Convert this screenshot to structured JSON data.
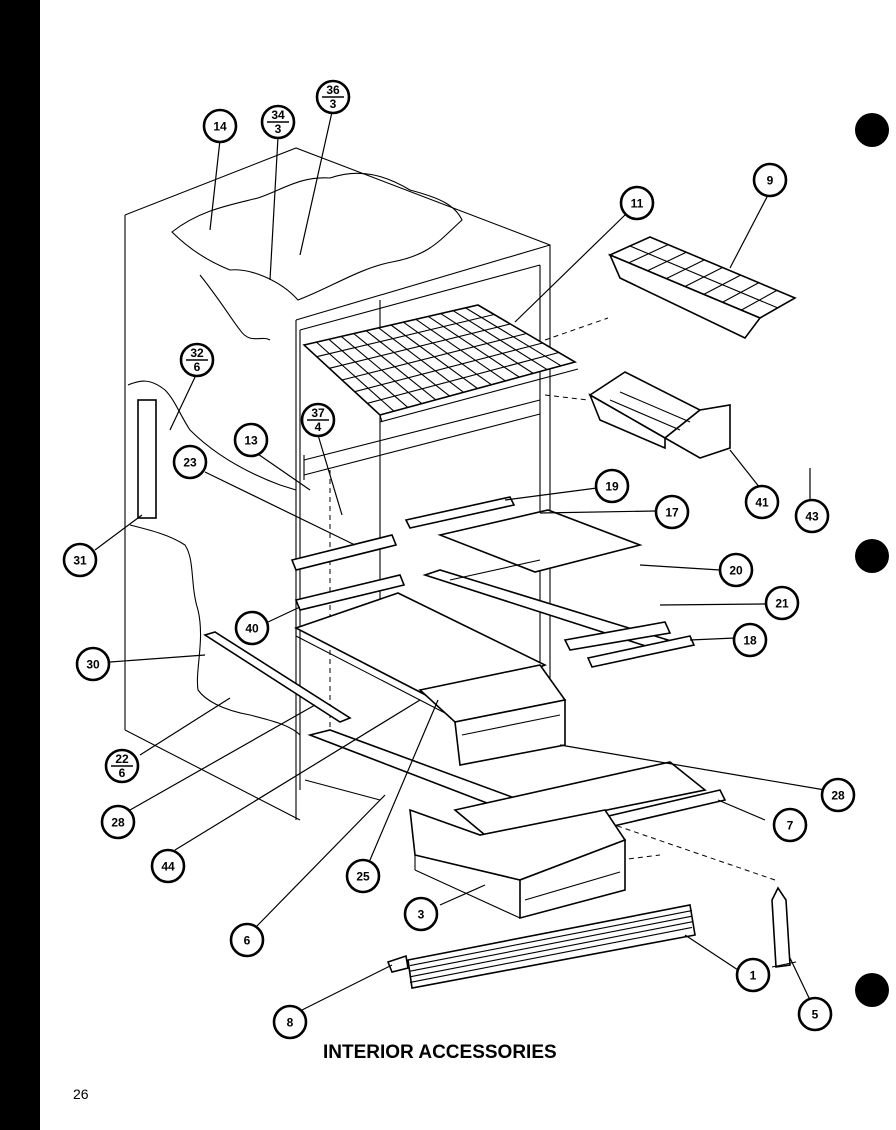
{
  "title": "INTERIOR ACCESSORIES",
  "page_number": "26",
  "callouts": [
    {
      "id": "14",
      "label": "14"
    },
    {
      "id": "34-3",
      "top": "34",
      "bottom": "3"
    },
    {
      "id": "36-3",
      "top": "36",
      "bottom": "3"
    },
    {
      "id": "9",
      "label": "9"
    },
    {
      "id": "11",
      "label": "11"
    },
    {
      "id": "32-6",
      "top": "32",
      "bottom": "6"
    },
    {
      "id": "37-4",
      "top": "37",
      "bottom": "4"
    },
    {
      "id": "13",
      "label": "13"
    },
    {
      "id": "23",
      "label": "23"
    },
    {
      "id": "41",
      "label": "41"
    },
    {
      "id": "43",
      "label": "43"
    },
    {
      "id": "19",
      "label": "19"
    },
    {
      "id": "17",
      "label": "17"
    },
    {
      "id": "31",
      "label": "31"
    },
    {
      "id": "20",
      "label": "20"
    },
    {
      "id": "21",
      "label": "21"
    },
    {
      "id": "40",
      "label": "40"
    },
    {
      "id": "18",
      "label": "18"
    },
    {
      "id": "30",
      "label": "30"
    },
    {
      "id": "22-6",
      "top": "22",
      "bottom": "6"
    },
    {
      "id": "28a",
      "label": "28"
    },
    {
      "id": "28b",
      "label": "28"
    },
    {
      "id": "7",
      "label": "7"
    },
    {
      "id": "44",
      "label": "44"
    },
    {
      "id": "25",
      "label": "25"
    },
    {
      "id": "3",
      "label": "3"
    },
    {
      "id": "6",
      "label": "6"
    },
    {
      "id": "1",
      "label": "1"
    },
    {
      "id": "8",
      "label": "8"
    },
    {
      "id": "5",
      "label": "5"
    }
  ]
}
